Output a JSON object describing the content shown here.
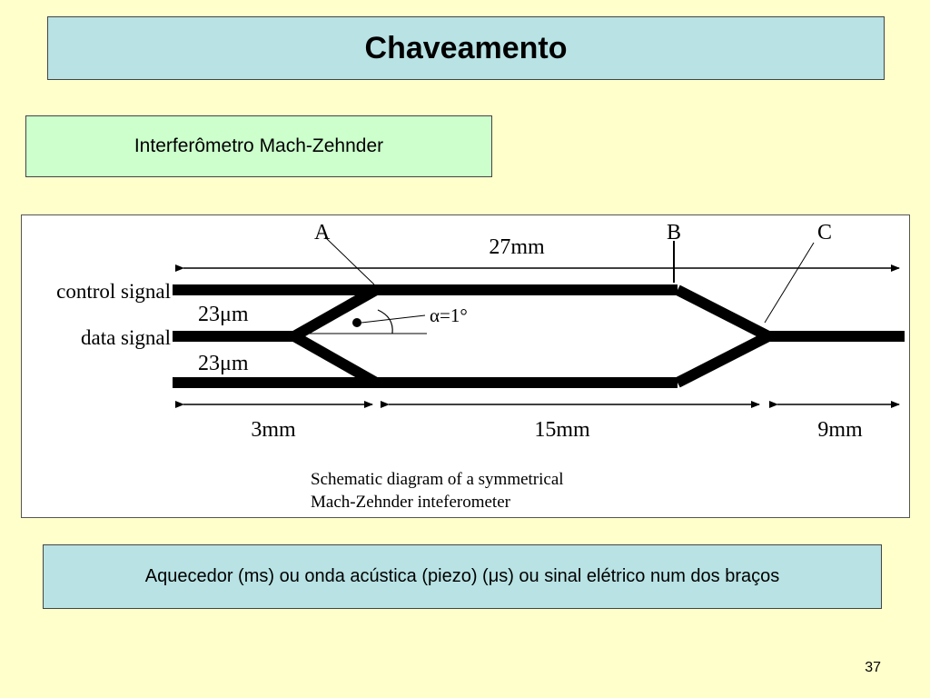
{
  "slide": {
    "title": "Chaveamento",
    "subtitle": "Interferômetro Mach-Zehnder",
    "footer": "Aquecedor (ms) ou onda acústica (piezo) (μs) ou  sinal elétrico num dos braços",
    "page_number": "37"
  },
  "diagram": {
    "point_labels": {
      "a": "A",
      "b": "B",
      "c": "C"
    },
    "signal_labels": {
      "control": "control signal",
      "data": "data signal"
    },
    "widths": {
      "upper": "23μm",
      "lower": "23μm"
    },
    "angle": "α=1°",
    "dimensions": {
      "total": "27mm",
      "first": "3mm",
      "middle": "15mm",
      "last": "9mm"
    },
    "caption": {
      "line1": "Schematic diagram of a symmetrical",
      "line2": "Mach-Zehnder inteferometer"
    }
  }
}
